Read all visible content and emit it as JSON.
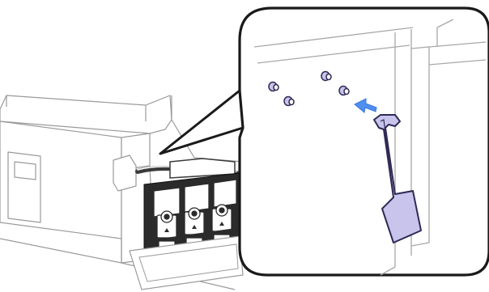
{
  "illustration": {
    "printer_body": "printer-with-open-ink-tank-unit",
    "ink_bottles": "four-ink-tank-caps",
    "callout_zoom": "magnified-connection-panel",
    "tool_piece": "purple-lever-tool",
    "direction_arrow": "blue-arrow-pointing-to-pin"
  },
  "colors": {
    "printer_line": "#8a8a8a",
    "printer_fill": "#ffffff",
    "tank_dark": "#2b2b2b",
    "callout_border": "#1a1a1a",
    "tool_fill": "#c9c4ec",
    "tool_stroke": "#2e2a55",
    "arrow": "#4f8ff0",
    "pin_fill": "#c9c4ec",
    "pin_stroke": "#2e2a55"
  }
}
